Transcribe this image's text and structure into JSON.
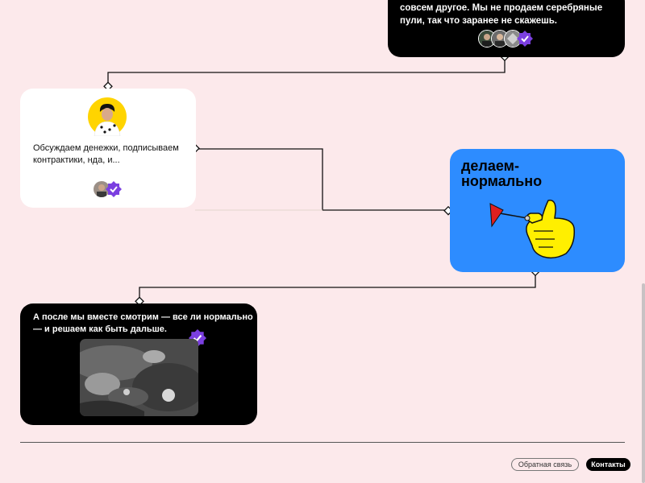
{
  "cards": {
    "top": {
      "text": "совсем другое. Мы не продаем серебряные пули, так что заранее не скажешь."
    },
    "money": {
      "text": "Обсуждаем денежки, подписываем контрактики, нда, и..."
    },
    "blue": {
      "title": "делаем-нормально"
    },
    "black": {
      "text": "А после мы вместе смотрим — все ли нормально — и решаем как быть дальше."
    }
  },
  "colors": {
    "background": "#fce9eb",
    "blue_card": "#2d8cff",
    "verified_badge": "#7b3fe0",
    "portrait_bg": "#ffd400"
  },
  "icons": [
    "verified-badge-icon",
    "flag-hand-illustration",
    "avatar"
  ],
  "footer": {
    "feedback_label": "Обратная связь",
    "contacts_label": "Контакты"
  }
}
